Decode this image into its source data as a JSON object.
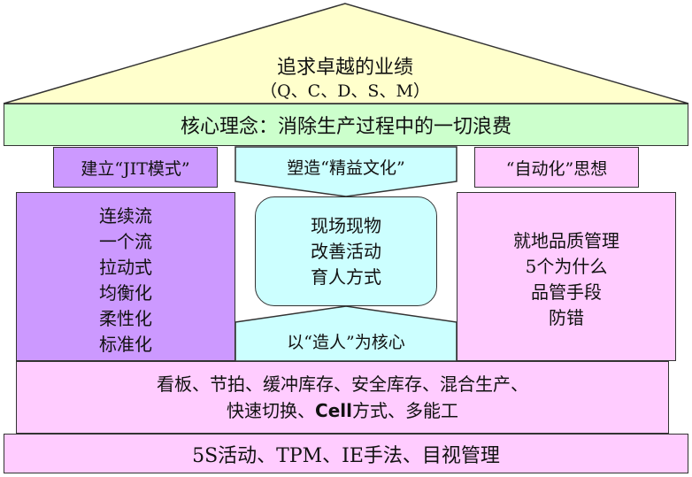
{
  "roof": {
    "line1": "追求卓越的业绩",
    "line2": "（Q、C、D、S、M）"
  },
  "core": {
    "label": "核心理念：消除生产过程中的一切浪费"
  },
  "pillars": {
    "left_header": "建立“JIT模式”",
    "mid_header": "塑造“精益文化”",
    "right_header": "“自动化”思想",
    "left_items": [
      "连续流",
      "一个流",
      "拉动式",
      "均衡化",
      "柔性化",
      "标准化"
    ],
    "center_items": [
      "现场现物",
      "改善活动",
      "育人方式"
    ],
    "right_items": [
      "就地品质管理",
      "5个为什么",
      "品管手段",
      "防错"
    ],
    "mid_footer": "以“造人”为核心"
  },
  "base": {
    "line1": "看板、节拍、缓冲库存、安全库存、混合生产、",
    "line2_pre": "快速切换、",
    "line2_bold": "Cell",
    "line2_post": "方式、多能工"
  },
  "foundation": {
    "label": "5S活动、TPM、IE手法、目视管理"
  },
  "colors": {
    "roof": "#ffffcc",
    "core": "#ccffcc",
    "jit": "#cc99ff",
    "culture": "#ccffff",
    "auto": "#ffccff",
    "base": "#ffccff"
  }
}
